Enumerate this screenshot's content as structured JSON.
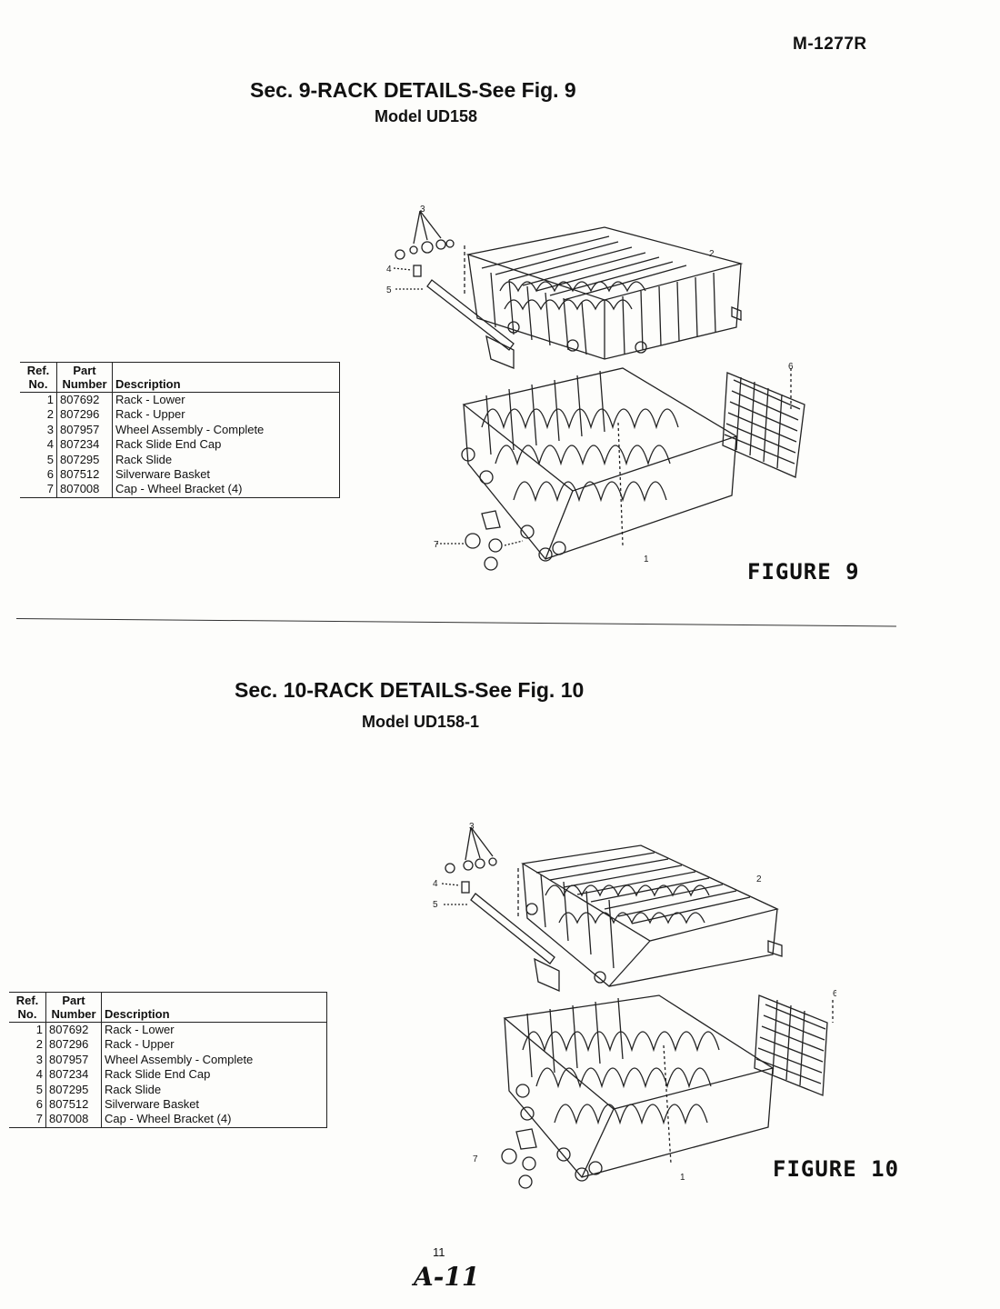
{
  "doc_code": "M-1277R",
  "sections": [
    {
      "title": "Sec. 9-RACK DETAILS-See Fig. 9",
      "model": "Model UD158",
      "figure_label": "FIGURE 9",
      "callouts": [
        "3",
        "4",
        "5",
        "2",
        "6",
        "7",
        "1"
      ]
    },
    {
      "title": "Sec. 10-RACK DETAILS-See Fig. 10",
      "model": "Model UD158-1",
      "figure_label": "FIGURE 10",
      "callouts": [
        "3",
        "4",
        "5",
        "2",
        "6",
        "7",
        "1"
      ]
    }
  ],
  "table_headers": {
    "ref": [
      "Ref.",
      "No."
    ],
    "part": [
      "Part",
      "Number"
    ],
    "desc": "Description"
  },
  "parts": [
    {
      "ref": "1",
      "part": "807692",
      "desc": "Rack - Lower"
    },
    {
      "ref": "2",
      "part": "807296",
      "desc": "Rack - Upper"
    },
    {
      "ref": "3",
      "part": "807957",
      "desc": "Wheel Assembly - Complete"
    },
    {
      "ref": "4",
      "part": "807234",
      "desc": "Rack Slide End Cap"
    },
    {
      "ref": "5",
      "part": "807295",
      "desc": "Rack Slide"
    },
    {
      "ref": "6",
      "part": "807512",
      "desc": "Silverware Basket"
    },
    {
      "ref": "7",
      "part": "807008",
      "desc": "Cap - Wheel Bracket (4)"
    }
  ],
  "page_number": "11",
  "handwritten_note": "A-11"
}
